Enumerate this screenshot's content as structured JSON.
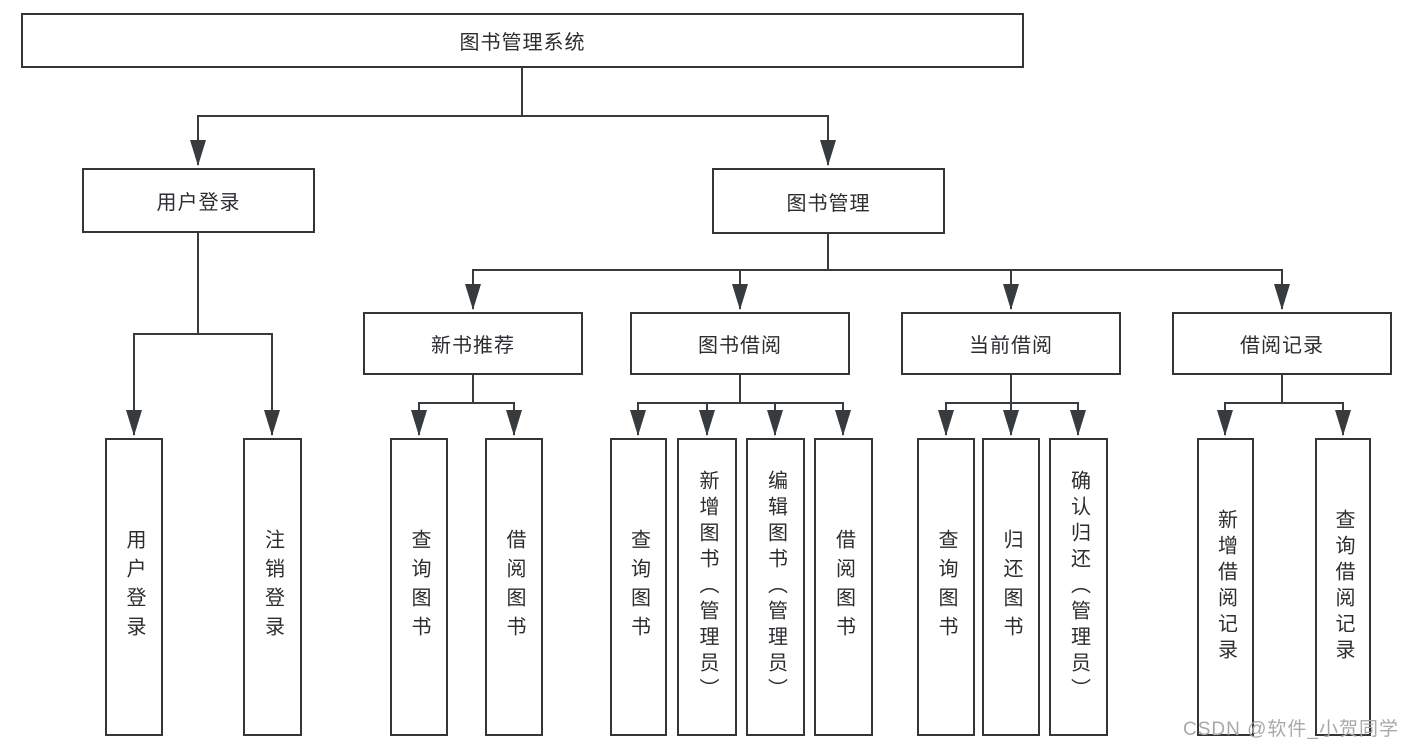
{
  "tree": {
    "label": "图书管理系统",
    "children": [
      {
        "label": "用户登录",
        "children": [
          {
            "label": "用户登录"
          },
          {
            "label": "注销登录"
          }
        ]
      },
      {
        "label": "图书管理",
        "children": [
          {
            "label": "新书推荐",
            "children": [
              {
                "label": "查询图书"
              },
              {
                "label": "借阅图书"
              }
            ]
          },
          {
            "label": "图书借阅",
            "children": [
              {
                "label": "查询图书"
              },
              {
                "label": "新增图书（管理员）"
              },
              {
                "label": "编辑图书（管理员）"
              },
              {
                "label": "借阅图书"
              }
            ]
          },
          {
            "label": "当前借阅",
            "children": [
              {
                "label": "查询图书"
              },
              {
                "label": "归还图书"
              },
              {
                "label": "确认归还（管理员）"
              }
            ]
          },
          {
            "label": "借阅记录",
            "children": [
              {
                "label": "新增借阅记录"
              },
              {
                "label": "查询借阅记录"
              }
            ]
          }
        ]
      }
    ]
  },
  "watermark": {
    "text": "CSDN @软件_小贺同学"
  },
  "colors": {
    "line": "#383b3e",
    "border": "#333639",
    "text": "#2b2d30",
    "watermark": "#a9a9a9",
    "background": "#ffffff"
  }
}
